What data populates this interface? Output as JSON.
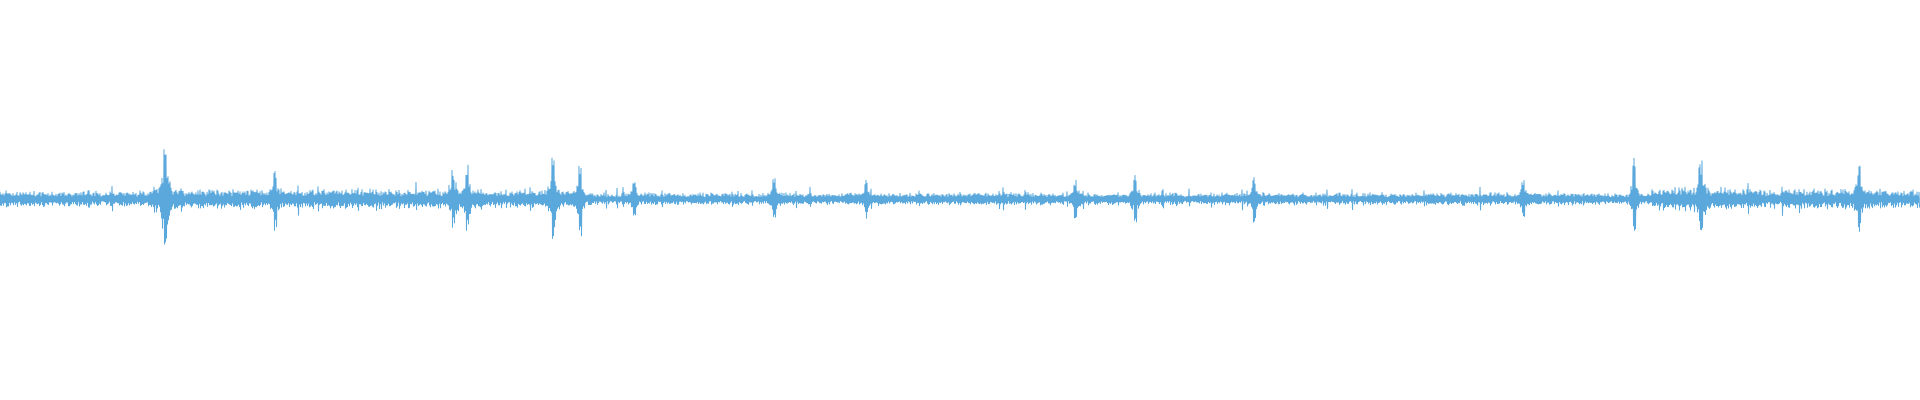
{
  "waveform": {
    "color": "#5ba8dc",
    "background": "#ffffff",
    "baseline_amplitude": 0.035,
    "segments": [
      {
        "from": 0.0,
        "to": 0.08,
        "amplitude": 0.045
      },
      {
        "from": 0.08,
        "to": 0.095,
        "amplitude": 0.07
      },
      {
        "from": 0.095,
        "to": 0.3,
        "amplitude": 0.055
      },
      {
        "from": 0.3,
        "to": 0.86,
        "amplitude": 0.035
      },
      {
        "from": 0.86,
        "to": 0.9,
        "amplitude": 0.07
      },
      {
        "from": 0.9,
        "to": 1.0,
        "amplitude": 0.055
      }
    ],
    "peaks": [
      {
        "position": 0.086,
        "amplitude": 0.3
      },
      {
        "position": 0.143,
        "amplitude": 0.18
      },
      {
        "position": 0.236,
        "amplitude": 0.16
      },
      {
        "position": 0.243,
        "amplitude": 0.19
      },
      {
        "position": 0.288,
        "amplitude": 0.24
      },
      {
        "position": 0.302,
        "amplitude": 0.2
      },
      {
        "position": 0.33,
        "amplitude": 0.1
      },
      {
        "position": 0.403,
        "amplitude": 0.12
      },
      {
        "position": 0.451,
        "amplitude": 0.11
      },
      {
        "position": 0.56,
        "amplitude": 0.12
      },
      {
        "position": 0.591,
        "amplitude": 0.14
      },
      {
        "position": 0.653,
        "amplitude": 0.13
      },
      {
        "position": 0.793,
        "amplitude": 0.11
      },
      {
        "position": 0.851,
        "amplitude": 0.22
      },
      {
        "position": 0.886,
        "amplitude": 0.2
      },
      {
        "position": 0.968,
        "amplitude": 0.18
      }
    ]
  }
}
